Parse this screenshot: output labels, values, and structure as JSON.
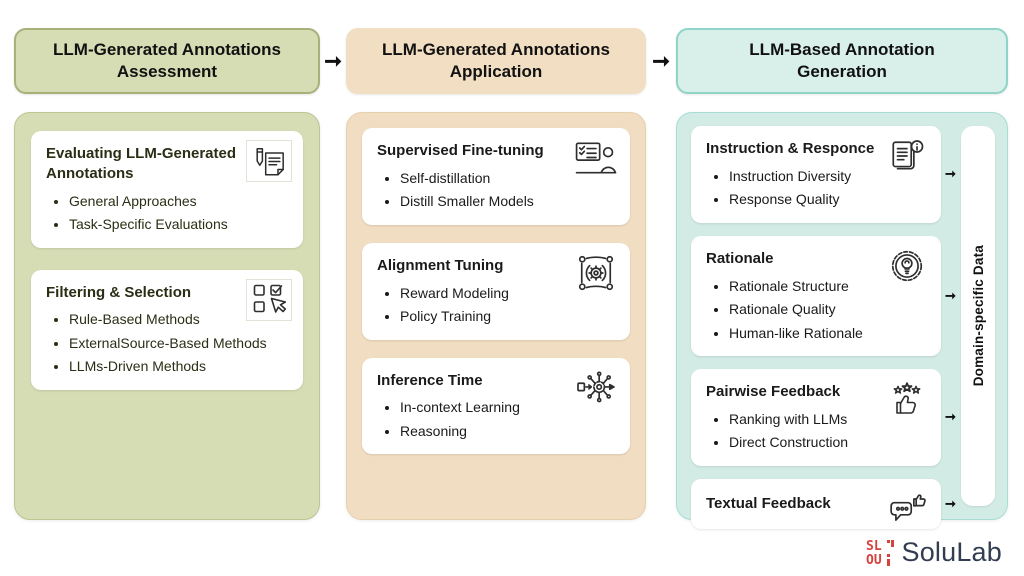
{
  "diagram": {
    "columns": [
      {
        "header": "LLM-Generated Annotations Assessment",
        "cards": [
          {
            "title": "Evaluating LLM-Generated Annotations",
            "icon": "note-pencil-icon",
            "bullets": [
              "General Approaches",
              "Task-Specific Evaluations"
            ]
          },
          {
            "title": "Filtering & Selection",
            "icon": "checkbox-select-icon",
            "bullets": [
              "Rule-Based Methods",
              "ExternalSource-Based Methods",
              "LLMs-Driven Methods"
            ]
          }
        ]
      },
      {
        "header": "LLM-Generated Annotations Application",
        "cards": [
          {
            "title": "Supervised Fine-tuning",
            "icon": "person-checklist-icon",
            "bullets": [
              "Self-distillation",
              "Distill Smaller Models"
            ]
          },
          {
            "title": "Alignment Tuning",
            "icon": "gear-nodes-icon",
            "bullets": [
              "Reward Modeling",
              "Policy Training"
            ]
          },
          {
            "title": "Inference Time",
            "icon": "network-hub-icon",
            "bullets": [
              "In-context Learning",
              "Reasoning"
            ]
          }
        ]
      },
      {
        "header": "LLM-Based Annotation Generation",
        "cards": [
          {
            "title": "Instruction & Responce",
            "icon": "document-info-icon",
            "bullets": [
              "Instruction Diversity",
              "Response Quality"
            ]
          },
          {
            "title": "Rationale",
            "icon": "gear-bulb-icon",
            "bullets": [
              "Rationale Structure",
              "Rationale Quality",
              "Human-like Rationale"
            ]
          },
          {
            "title": "Pairwise Feedback",
            "icon": "stars-thumb-icon",
            "bullets": [
              "Ranking with LLMs",
              "Direct Construction"
            ]
          },
          {
            "title": "Textual Feedback",
            "icon": "chat-thumb-icon",
            "bullets": []
          }
        ]
      }
    ],
    "sidebar_label": "Domain-specific Data",
    "logo_text": "SoluLab",
    "colors": {
      "green_fill": "#d6dcb4",
      "green_border": "#a6b27a",
      "tan_fill": "#f1ddc1",
      "teal_fill": "#d2ebe5",
      "teal_border": "#a7ddd2",
      "card_bg": "#ffffff",
      "logo_red": "#d6423c",
      "logo_navy": "#333d52"
    }
  }
}
